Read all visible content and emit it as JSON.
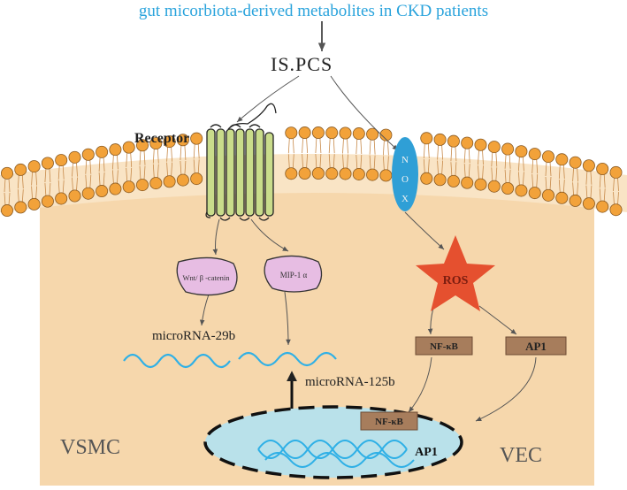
{
  "title": "gut micorbiota-derived  metabolites in CKD patients",
  "toxin_label": "IS.PCS",
  "receptor_label": "Receptor",
  "nox_label": "N O X",
  "ros_label": "ROS",
  "wnt_label": "Wnt/ β -catenin",
  "mip_label": "MIP-1 α",
  "mirna29_label": "microRNA-29b",
  "mirna125_label": "microRNA-125b",
  "nfkb_label": "NF-κB",
  "ap1_label": "AP1",
  "nucleus_nfkb_label": "NF-κB",
  "nucleus_ap1_label": "AP1",
  "vsmc_label": "VSMC",
  "vec_label": "VEC",
  "colors": {
    "title": "#29a3dc",
    "cytoplasm": "#f6d7ac",
    "lipid_head": "#f2a23a",
    "receptor": "#c9dc8b",
    "nox": "#2f9fd6",
    "ros": "#e5502f",
    "wnt_mip": "#e7bde3",
    "box": "#a77d5c",
    "nucleus": "#b9e1ea",
    "mirna": "#2fb0e6"
  }
}
